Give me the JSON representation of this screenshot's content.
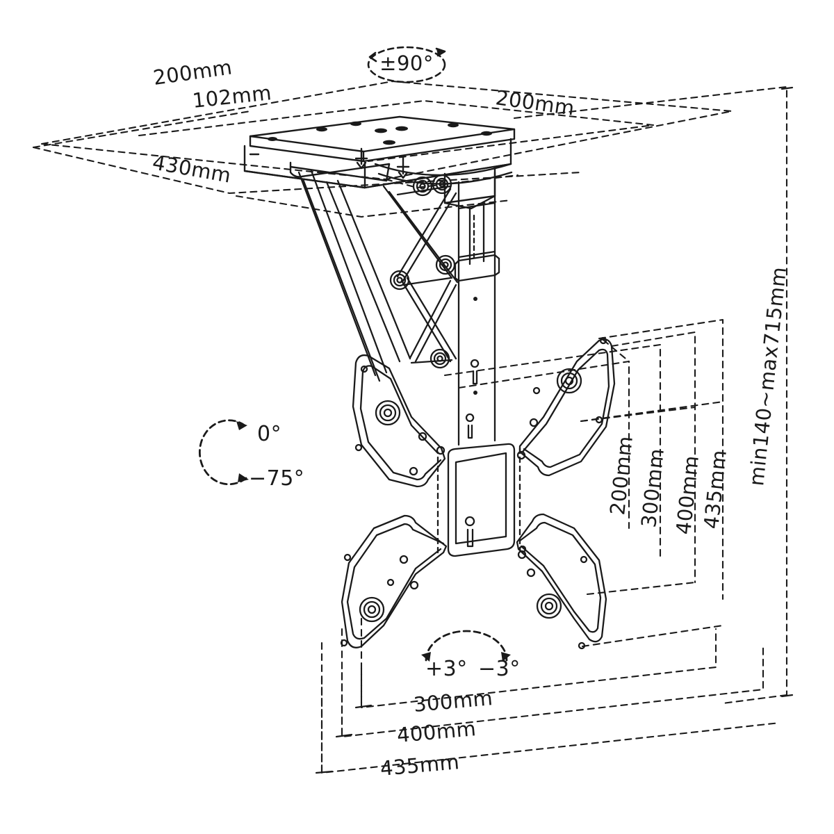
{
  "drawing": {
    "title": "Ceiling TV Mount Flip-Down Bracket Dimensional Drawing",
    "background_color": "#ffffff",
    "line_color": "#1a1a1a",
    "style": "isometric technical line drawing with dashed dimension lines"
  },
  "dimensions": {
    "ceiling_plate_width": "200mm",
    "ceiling_plate_depth": "102mm",
    "ceiling_plate_width_right": "200mm",
    "overall_drop_width": "430mm",
    "drop_range": "min140~max715mm",
    "vesa_vertical": [
      "200mm",
      "300mm",
      "400mm",
      "435mm"
    ],
    "vesa_horizontal": [
      "300mm",
      "400mm",
      "435mm"
    ]
  },
  "angles": {
    "swivel": "±90°",
    "tilt_top": "0°",
    "tilt_bottom": "−75°",
    "level_plus": "+3°",
    "level_minus": "−3°"
  },
  "icons": {
    "swivel_ellipse": "rotation-ellipse-icon",
    "tilt_arc": "tilt-arc-icon",
    "level_arc": "level-arc-icon"
  }
}
